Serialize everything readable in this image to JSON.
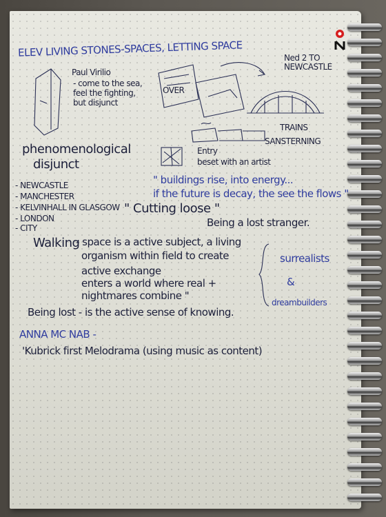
{
  "page": {
    "heading": "ELEV LIVING STONES-SPACES, LETTING SPACE",
    "note_newcastle": "Ned 2 TO NEWCASTLE",
    "name_virilio": "Paul Virilio",
    "virilio_note1": "- come to the sea,",
    "virilio_note2": "feel the fighting,",
    "virilio_note3": "but disjunct",
    "postcard_label": "OVER",
    "trains_label": "TRAINS",
    "sansterning_label": "SANSTERNING",
    "phenom_line1": "phenomenological",
    "phenom_line2": "disjunct",
    "entry_line1": "Entry",
    "entry_line2": "beset with an artist",
    "quote_line1": "\" buildings rise, into energy...",
    "quote_line2": "if the future is decay, the see the flows \"",
    "list_newcastle": "- NEWCASTLE",
    "list_manchester": "- MANCHESTER",
    "list_glasgow": "- KELVINHALL IN GLASGOW",
    "list_london": "- LONDON",
    "list_dash": "- CITY",
    "cutting_loose": "\" Cutting loose \"",
    "being_a_lost": "Being a lost stranger.",
    "walking": "Walking",
    "space_line1": "- space is a active subject, a living",
    "space_line2": "organism within field to create",
    "space_line3": "active exchange",
    "space_line4": "enters a world where real +",
    "space_line5": "nightmares combine \"",
    "surrealists": "surrealists",
    "ampersand": "&",
    "dreambuilders": "dreambuilders",
    "being_lost": "Being lost - is the active sense of knowing.",
    "anna": "ANNA MC NAB -",
    "kubrick": "'Kubrick first Melodrama (using music as content)",
    "coil_count_label": ""
  }
}
